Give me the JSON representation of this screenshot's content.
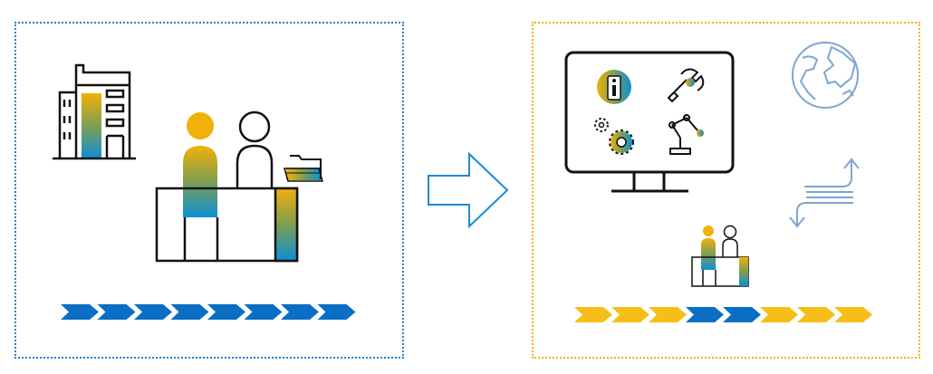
{
  "diagram": {
    "colors": {
      "left_border": "#2e7fc4",
      "right_border": "#f0b400",
      "arrow": "#1f8ad6",
      "chevron_blue": "#0a6ec4",
      "chevron_yellow": "#f6be17",
      "line": "#111111",
      "globe": "#7ea6cf",
      "gradient_top": "#f1b109",
      "gradient_mid": "#7e9e52",
      "gradient_bottom": "#0c8fd8"
    },
    "left_panel": {
      "icons": [
        "office-building-icon",
        "two-people-at-desk-icon",
        "folder-icon"
      ],
      "process_chevrons": [
        "blue",
        "blue",
        "blue",
        "blue",
        "blue",
        "blue",
        "blue",
        "blue"
      ]
    },
    "transition": {
      "icon": "right-arrow-icon"
    },
    "right_panel": {
      "icons": [
        "monitor-icon",
        "info-icon",
        "wrench-icon",
        "gears-icon",
        "robot-arm-icon",
        "globe-icon",
        "exchange-arrows-icon",
        "small-people-at-desk-icon"
      ],
      "process_chevrons": [
        "yellow",
        "yellow",
        "yellow",
        "blue",
        "blue",
        "yellow",
        "yellow",
        "yellow"
      ]
    }
  }
}
